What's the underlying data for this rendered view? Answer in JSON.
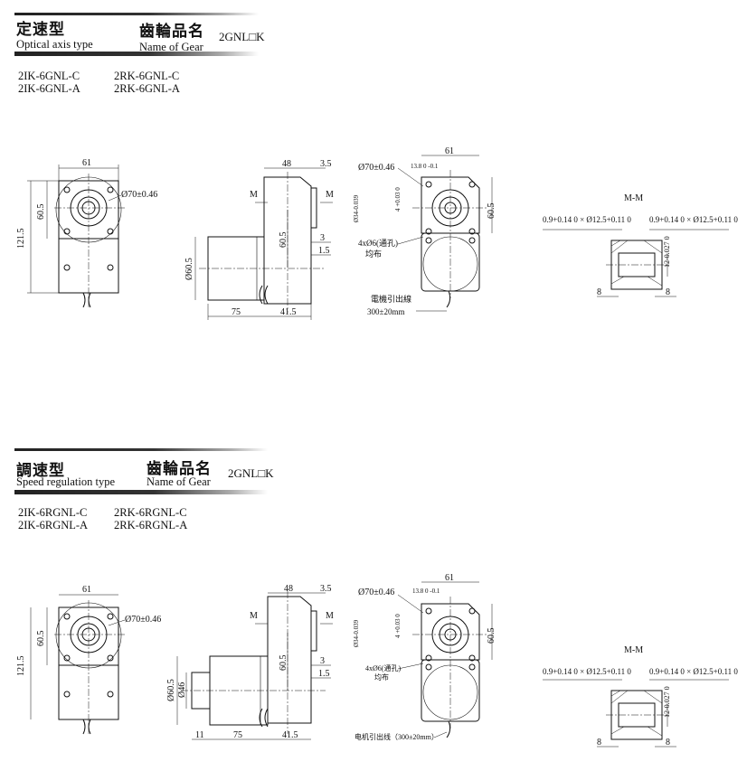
{
  "sections": [
    {
      "title": "定速型",
      "subtitle": "Optical axis type",
      "gear_title": "齒輪品名",
      "gear_subtitle": "Name of Gear",
      "gear_code": "2GNL□K",
      "models_left": [
        "2IK-6GNL-C",
        "2IK-6GNL-A"
      ],
      "models_right": [
        "2RK-6GNL-C",
        "2RK-6GNL-A"
      ],
      "dims": {
        "front_width": "61",
        "front_height": "121.5",
        "front_inner": "60.5",
        "front_circle": "Ø70±0.46",
        "side_top": "48",
        "side_top2": "3.5",
        "side_mid": "60.5",
        "side_dia": "Ø60.5",
        "side_bot1": "75",
        "side_bot2": "41.5",
        "side_r1": "3",
        "side_r2": "1.5",
        "m_left": "M",
        "m_right": "M",
        "shaft": "Ø34-0.039",
        "gear_circle": "Ø70±0.46",
        "gear_width": "61",
        "gear_key": "13.8 0 -0.1",
        "gear_height": "60.5",
        "gear_4": "4 +0.03 0",
        "holes": "4xØ6(通孔)",
        "holes2": "均布",
        "cable": "電機引出線",
        "cable2": "300±20mm"
      },
      "mm": {
        "title": "M-M",
        "left_label": "0.9+0.14 0 × Ø12.5+0.11 0",
        "right_label": "0.9+0.14 0 × Ø12.5+0.11 0",
        "dim_v": "12-0.027 0",
        "dim_l": "8",
        "dim_r": "8"
      }
    },
    {
      "title": "調速型",
      "subtitle": "Speed regulation type",
      "gear_title": "齒輪品名",
      "gear_subtitle": "Name of Gear",
      "gear_code": "2GNL□K",
      "models_left": [
        "2IK-6RGNL-C",
        "2IK-6RGNL-A"
      ],
      "models_right": [
        "2RK-6RGNL-C",
        "2RK-6RGNL-A"
      ],
      "dims": {
        "front_width": "61",
        "front_height": "121.5",
        "front_inner": "60.5",
        "front_circle": "Ø70±0.46",
        "side_top": "48",
        "side_top2": "3.5",
        "side_mid": "60.5",
        "side_dia": "Ø60.5",
        "side_dia2": "Ø46",
        "side_bot0": "11",
        "side_bot1": "75",
        "side_bot2": "41.5",
        "side_r1": "3",
        "side_r2": "1.5",
        "m_left": "M",
        "m_right": "M",
        "shaft": "Ø34-0.039",
        "gear_circle": "Ø70±0.46",
        "gear_width": "61",
        "gear_key": "13.8 0 -0.1",
        "gear_height": "60.5",
        "gear_4": "4 +0.03 0",
        "holes": "4xØ6(通孔)",
        "holes2": "均布",
        "cable": "电机引出线（300±20mm）"
      },
      "mm": {
        "title": "M-M",
        "left_label": "0.9+0.14 0 × Ø12.5+0.11 0",
        "right_label": "0.9+0.14 0 × Ø12.5+0.11 0",
        "dim_v": "12-0.027 0",
        "dim_l": "8",
        "dim_r": "8"
      }
    }
  ]
}
